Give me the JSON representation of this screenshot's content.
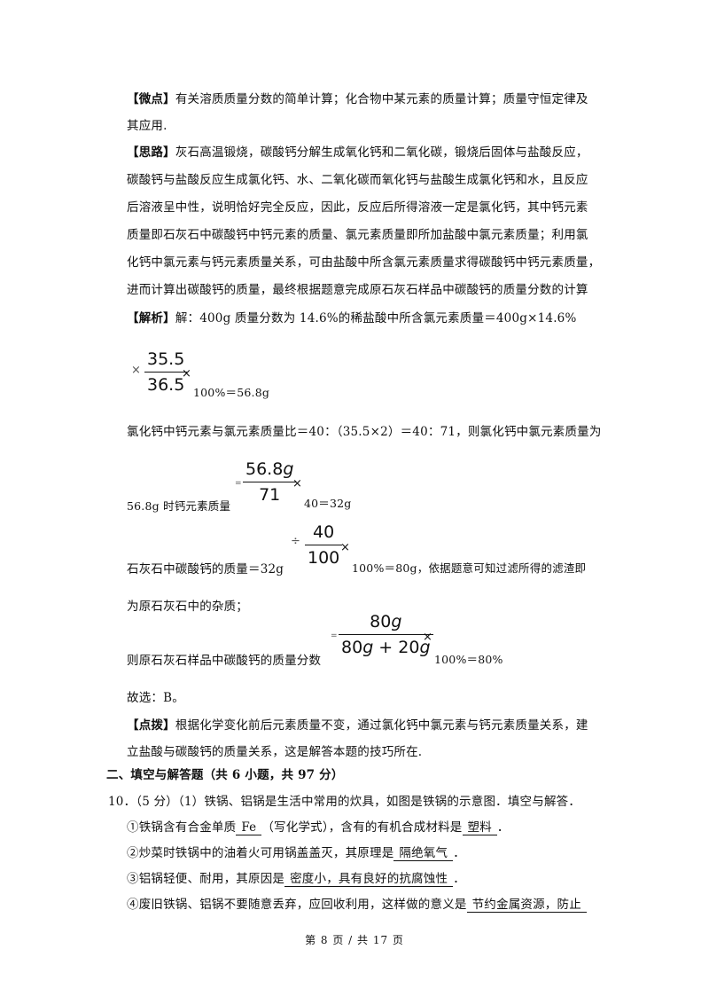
{
  "wei_dian": {
    "tag": "【微点】",
    "line1": "有关溶质质量分数的简单计算；化合物中某元素的质量计算；质量守恒定律及",
    "line2": "其应用."
  },
  "si_lu": {
    "tag": "【思路】",
    "line1": "灰石高温锻烧，碳酸钙分解生成氧化钙和二氧化碳，锻烧后固体与盐酸反应，",
    "line2": "碳酸钙与盐酸反应生成氯化钙、水、二氧化碳而氧化钙与盐酸生成氯化钙和水，且反应",
    "line3": "后溶液呈中性，说明恰好完全反应，因此，反应后所得溶液一定是氯化钙，其中钙元素",
    "line4": "质量即石灰石中碳酸钙中钙元素的质量、氯元素质量即所加盐酸中氯元素质量；利用氯",
    "line5": "化钙中氯元素与钙元素质量关系，可由盐酸中所含氯元素质量求得碳酸钙中钙元素质量，",
    "line6": "进而计算出碳酸钙的质量，最终根据题意完成原石灰石样品中碳酸钙的质量分数的计算"
  },
  "jie_xi": {
    "tag": "【解析】",
    "line1": "解：400g 质量分数为 14.6%的稀盐酸中所含氯元素质量＝400g×14.6%",
    "f1_pre": "×",
    "f1_num": "35.5",
    "f1_den": "36.5",
    "f1_post": "×",
    "f1_tail": "100%＝56.8g",
    "line3": "氯化钙中钙元素与氯元素质量比＝40：（35.5×2）＝40：71，则氯化钙中氯元素质量为",
    "line4_pre": "56.8g 时钙元素质量",
    "f2_pre": "=",
    "f2_num": "56.8",
    "f2_num_var": "g",
    "f2_den": "71",
    "f2_post": "×",
    "f2_tail": "40＝32g",
    "line5_pre": "石灰石中碳酸钙的质量＝32g",
    "f3_pre": "÷",
    "f3_num": "40",
    "f3_den": "100",
    "f3_post": "×",
    "f3_tail": "100%＝80g，依据题意可知过滤所得的滤渣即",
    "line6": "为原石灰石中的杂质；",
    "line7_pre": "则原石灰石样品中碳酸钙的质量分数",
    "f4_pre": "=",
    "f4_num": "80",
    "f4_num_var": "g",
    "f4_den_a": "80",
    "f4_den_a_var": "g",
    "f4_den_plus": " + 20",
    "f4_den_b_var": "g",
    "f4_post": "×",
    "f4_tail": "100%＝80%",
    "answer": "故选：B。"
  },
  "dian_bo": {
    "tag": "【点拨】",
    "line1": "根据化学变化前后元素质量不变，通过氯化钙中氯元素与钙元素质量关系，建",
    "line2": "立盐酸与碳酸钙的质量关系，这是解答本题的技巧所在."
  },
  "section2": {
    "heading": "二、填空与解答题（共 6 小题，共 97 分）"
  },
  "q10": {
    "stem": "10．（5 分）（1）铁锅、铝锅是生活中常用的炊具，如图是铁锅的示意图．填空与解答．",
    "s1_a": "①铁锅含有合金单质",
    "s1_ans1": "Fe",
    "s1_b": "（写化学式），含有的有机合成材料是",
    "s1_ans2": "塑料",
    "s1_c": "．",
    "s2_a": "②炒菜时铁锅中的油着火可用锅盖盖灭，其原理是",
    "s2_ans": "隔绝氧气",
    "s2_c": "．",
    "s3_a": "③铝锅轻便、耐用，其原因是",
    "s3_ans": "密度小，具有良好的抗腐蚀性",
    "s3_c": "．",
    "s4_a": "④废旧铁锅、铝锅不要随意丢弃，应回收利用，这样做的意义是",
    "s4_ans": "节约金属资源，防止"
  },
  "footer": {
    "text": "第 8 页 / 共 17 页"
  }
}
